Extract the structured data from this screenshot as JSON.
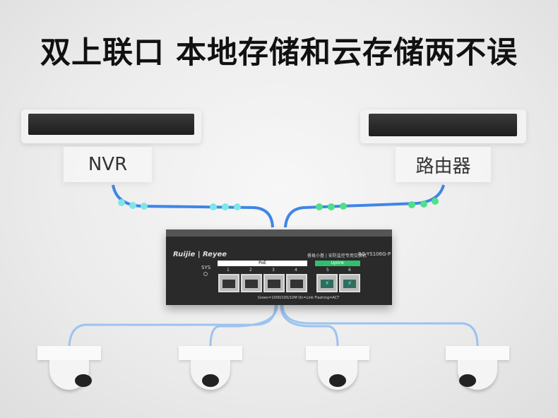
{
  "title": "双上联口 本地存储和云存储两不误",
  "devices": {
    "nvr_label": "NVR",
    "router_label": "路由器"
  },
  "switch": {
    "brand": "Ruijie | Reyee",
    "description": "睿易小基 | 安防监控专用交换机",
    "model": "RG-YS106G-P",
    "sys_label": "SYS",
    "poe_label": "PoE",
    "uplink_label": "Uplink",
    "ports": [
      "1",
      "2",
      "3",
      "4",
      "5",
      "6"
    ],
    "legend": "Green=1000/100/10M On=Link Flashing=ACT"
  },
  "colors": {
    "line": "#3f86e6",
    "node_nvr": "#7fe6e6",
    "node_router": "#4ee08a",
    "uplink": "#2fbf6f"
  }
}
